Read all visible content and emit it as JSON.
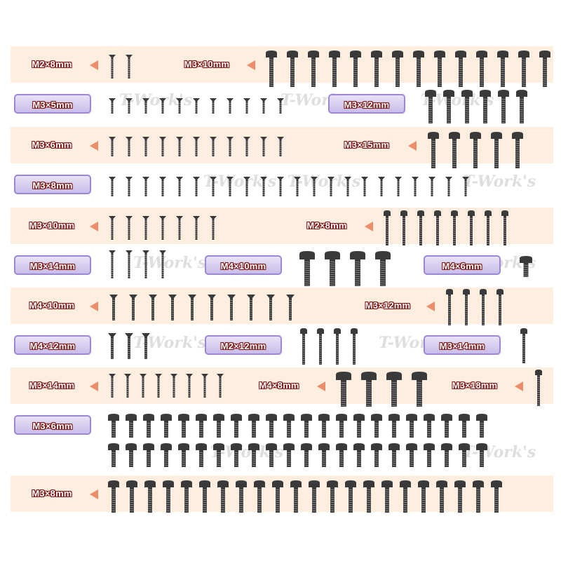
{
  "watermark": "T-Work's",
  "colors": {
    "band": "#fdeee0",
    "pill": "#c8bde9",
    "arrow": "#ec8d6a",
    "screw": "#3a3a3a"
  },
  "labels": {
    "r1a": "M2×8mm",
    "r1b": "M3×10mm",
    "r2a": "M3×5mm",
    "r2b": "M3×12mm",
    "r3a": "M3×6mm",
    "r3b": "M3×15mm",
    "r4a": "M3×8mm",
    "r5a": "M3×10mm",
    "r5b": "M2×8mm",
    "r6a": "M3×14mm",
    "r6b": "M4×10mm",
    "r6c": "M4×6mm",
    "r7a": "M4×10mm",
    "r7b": "M3×12mm",
    "r8a": "M4×12mm",
    "r8b": "M2×12mm",
    "r8c": "M3×14mm",
    "r9a": "M3×14mm",
    "r9b": "M4×8mm",
    "r9c": "M3×18mm",
    "r10a": "M3×6mm",
    "r11a": "M3×8mm"
  },
  "groups": {
    "r1a": {
      "count": 2,
      "type": "flat"
    },
    "r1b": {
      "count": 14,
      "type": "button"
    },
    "r2a": {
      "count": 11,
      "type": "flat"
    },
    "r2b": {
      "count": 6,
      "type": "button"
    },
    "r3a": {
      "count": 11,
      "type": "flat"
    },
    "r3b": {
      "count": 5,
      "type": "button"
    },
    "r4a": {
      "count": 22,
      "type": "flat"
    },
    "r5a": {
      "count": 7,
      "type": "flat"
    },
    "r5b": {
      "count": 8,
      "type": "button"
    },
    "r6a": {
      "count": 4,
      "type": "flat"
    },
    "r6b": {
      "count": 4,
      "type": "button"
    },
    "r6c": {
      "count": 1,
      "type": "button"
    },
    "r7a": {
      "count": 10,
      "type": "flat"
    },
    "r7b": {
      "count": 4,
      "type": "button"
    },
    "r8a": {
      "count": 3,
      "type": "flat"
    },
    "r8b": {
      "count": 4,
      "type": "button"
    },
    "r8c": {
      "count": 1,
      "type": "button"
    },
    "r9a": {
      "count": 8,
      "type": "flat"
    },
    "r9b": {
      "count": 4,
      "type": "button"
    },
    "r9c": {
      "count": 1,
      "type": "button"
    },
    "r10a": {
      "count": 44,
      "type": "button"
    },
    "r11a": {
      "count": 22,
      "type": "button"
    }
  }
}
